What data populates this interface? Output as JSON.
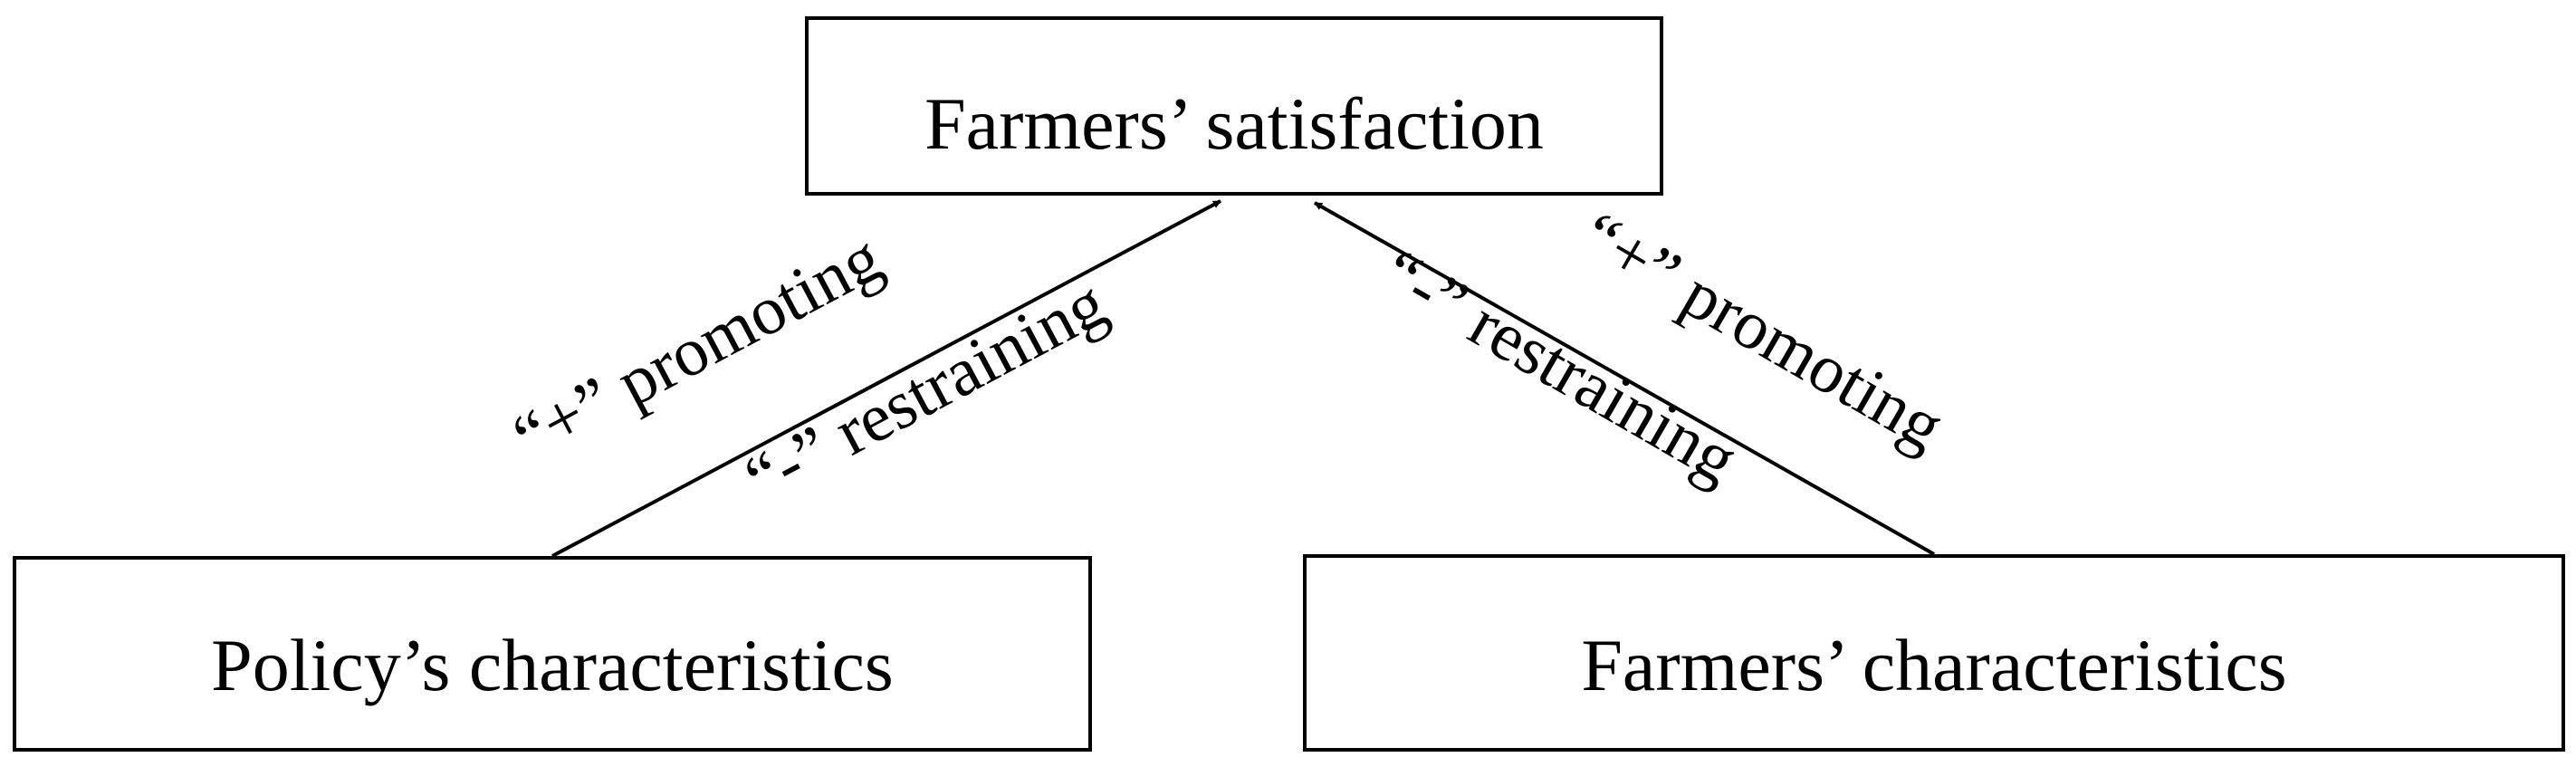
{
  "nodes": {
    "top": {
      "label": "Farmers’ satisfaction"
    },
    "left": {
      "label": "Policy’s characteristics"
    },
    "right": {
      "label": "Farmers’ characteristics"
    }
  },
  "edges": {
    "left": {
      "promoting_label": "“+” promoting",
      "restraining_label": "“-” restraining"
    },
    "right": {
      "promoting_label": "“+” promoting",
      "restraining_label": "“-” restraining"
    }
  },
  "colors": {
    "stroke": "#000000",
    "background": "#ffffff"
  }
}
